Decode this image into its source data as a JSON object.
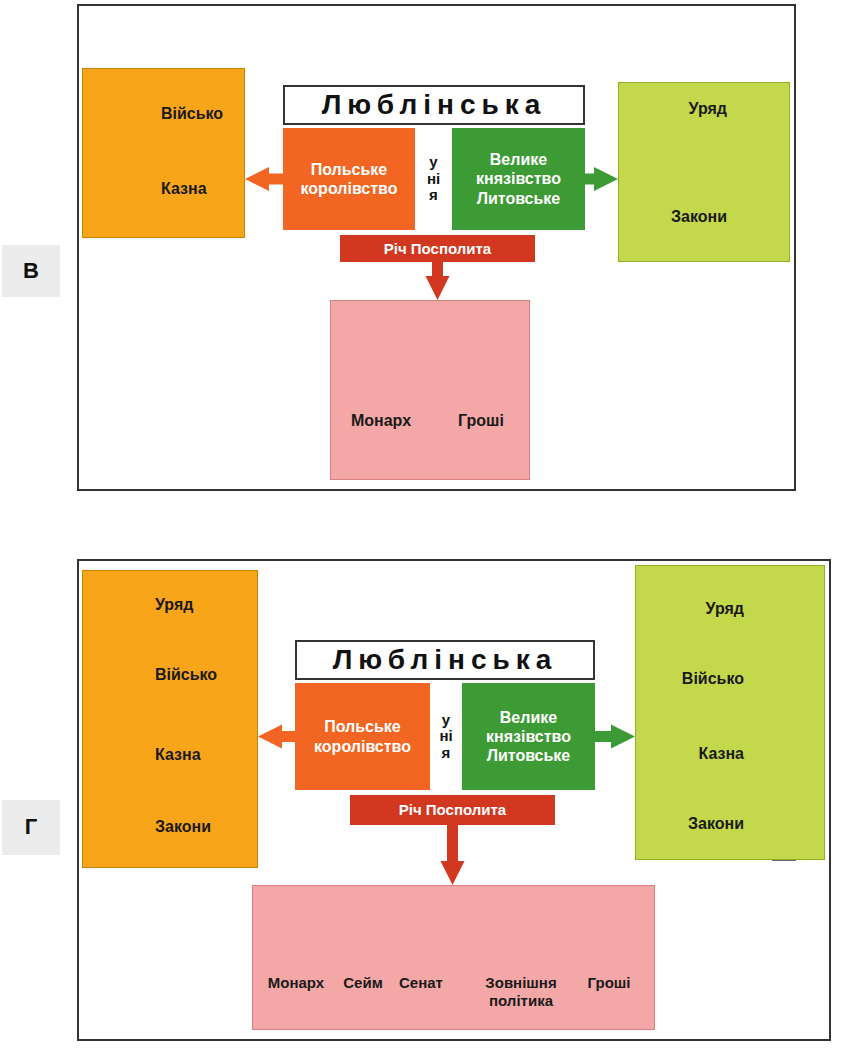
{
  "diagram": {
    "nodes": [
      {
        "text": [
          "Люблінська"
        ]
      },
      {
        "text": [
          "Військо",
          "Казна"
        ]
      },
      {
        "text": [
          "Польське королівство"
        ]
      },
      {
        "text": [
          "унія"
        ]
      },
      {
        "text": [
          "Велике князівство Литовське"
        ]
      },
      {
        "text": [
          "Уряд",
          "Закони"
        ]
      },
      {
        "text": [
          "В"
        ]
      },
      {
        "text": [
          "Річ Посполита"
        ]
      },
      {
        "text": [
          "Монарх",
          "Гроші"
        ]
      },
      {
        "text": [
          "Уряд",
          "Військо",
          "Казна",
          "Закони"
        ]
      },
      {
        "text": [
          "Люблінська"
        ]
      },
      {
        "text": [
          "Польське королівство"
        ]
      },
      {
        "text": [
          "унія"
        ]
      },
      {
        "text": [
          "Велике князівство Литовське"
        ]
      },
      {
        "text": [
          "Уряд",
          "Військо",
          "Казна",
          "Закони"
        ]
      },
      {
        "text": [
          "Г"
        ]
      },
      {
        "text": [
          "Річ Посполита"
        ]
      },
      {
        "text": [
          "Монарх",
          "Сейм",
          "Сенат",
          "Зовнішня політика",
          "Гроші"
        ]
      }
    ],
    "edges": [
      {
        "from": 2,
        "to": 1,
        "arrow": "to"
      },
      {
        "from": 4,
        "to": 5,
        "arrow": "to"
      },
      {
        "from": 7,
        "to": 8,
        "arrow": "to"
      },
      {
        "from": 11,
        "to": 9,
        "arrow": "to"
      },
      {
        "from": 13,
        "to": 14,
        "arrow": "to"
      },
      {
        "from": 16,
        "to": 17,
        "arrow": "to"
      }
    ]
  }
}
